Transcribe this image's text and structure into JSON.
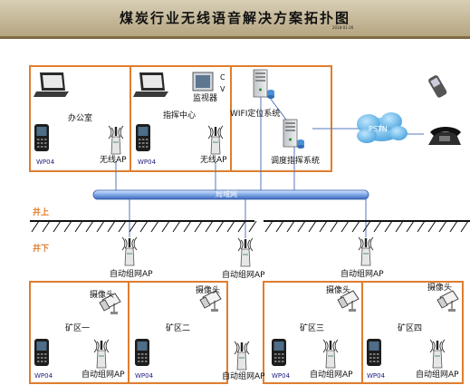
{
  "header": {
    "title": "煤炭行业无线语音解决方案拓扑图",
    "date": "2018-01-26"
  },
  "levels": {
    "surface": "井上",
    "underground": "井下"
  },
  "network": {
    "bus": "局域网",
    "pstn": "PSTN"
  },
  "surface": {
    "office": {
      "room": "办公室",
      "phone": "WP04",
      "ap": "无线AP"
    },
    "command": {
      "room": "指挥中心",
      "monitor": "监视器",
      "cv": "C V",
      "phone": "WP04",
      "ap": "无线AP"
    },
    "servers": {
      "wifi": "WIFI定位系统",
      "dispatch": "调度指挥系统"
    }
  },
  "underground": {
    "ap_label": "自动组网AP",
    "camera": "摄像头",
    "phone": "WP04",
    "zones": [
      "矿区一",
      "矿区二",
      "矿区三",
      "矿区四"
    ]
  }
}
